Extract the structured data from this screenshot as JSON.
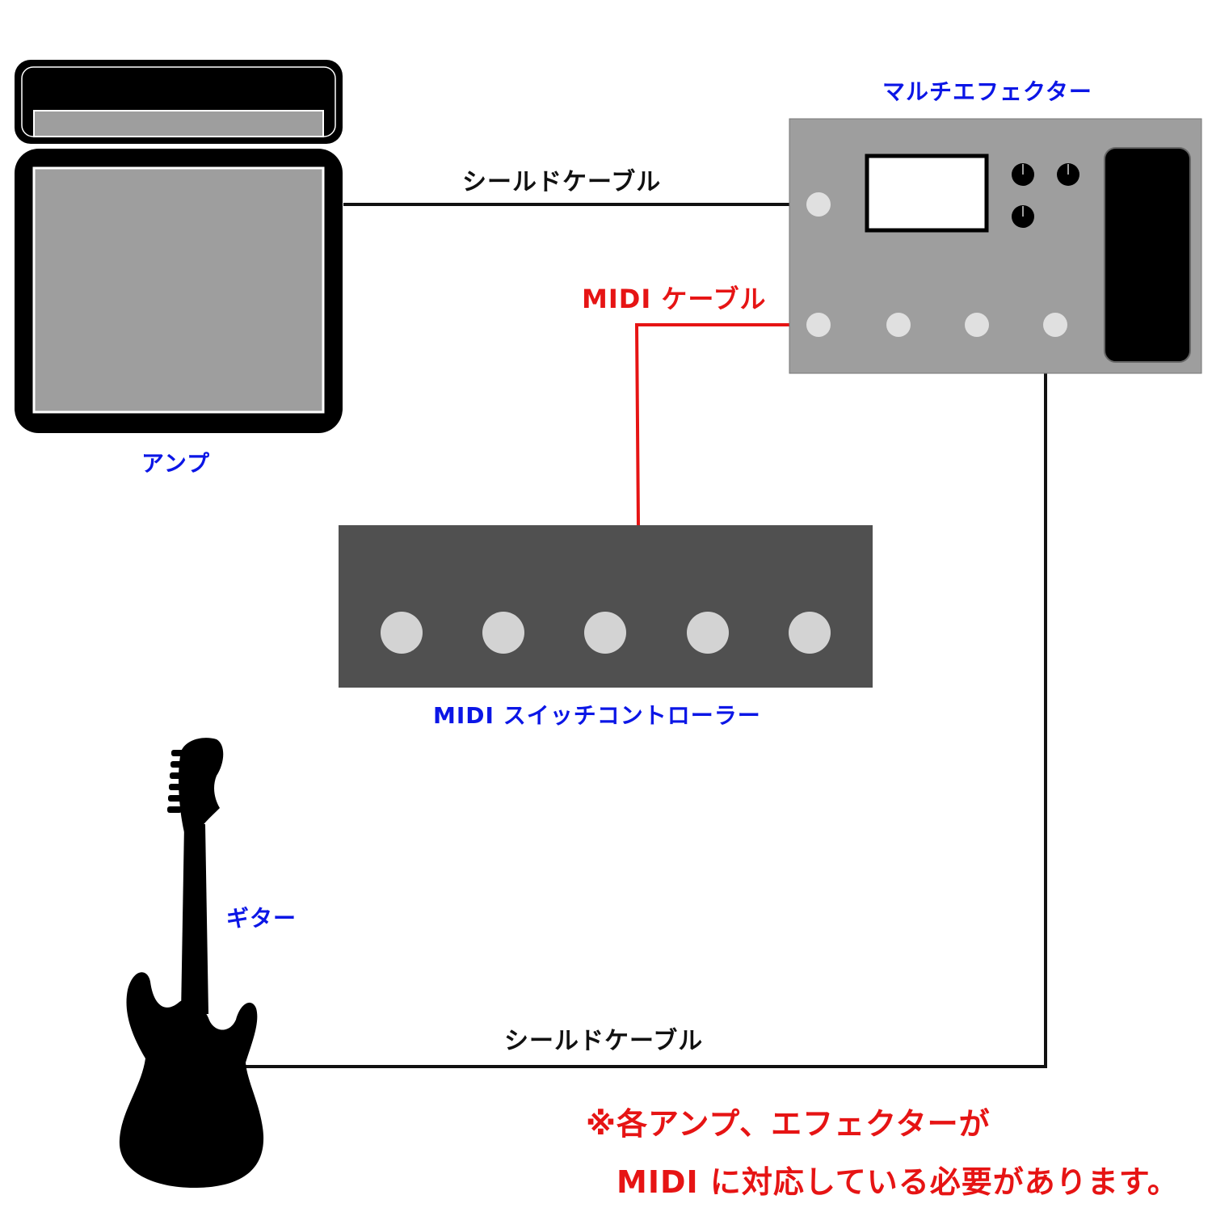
{
  "labels": {
    "amp": "アンプ",
    "multi_effector": "マルチエフェクター",
    "midi_controller": "MIDI スイッチコントローラー",
    "guitar": "ギター"
  },
  "cables": {
    "shield_top": "シールドケーブル",
    "midi": "MIDI ケーブル",
    "shield_bottom": "シールドケーブル"
  },
  "note": {
    "line1": "※各アンプ、エフェクターが",
    "line2": "MIDI に対応している必要があります。"
  },
  "colors": {
    "label_blue": "#0b16e6",
    "cable_red": "#e61414",
    "device_gray": "#9e9e9e",
    "controller_gray": "#505050"
  }
}
